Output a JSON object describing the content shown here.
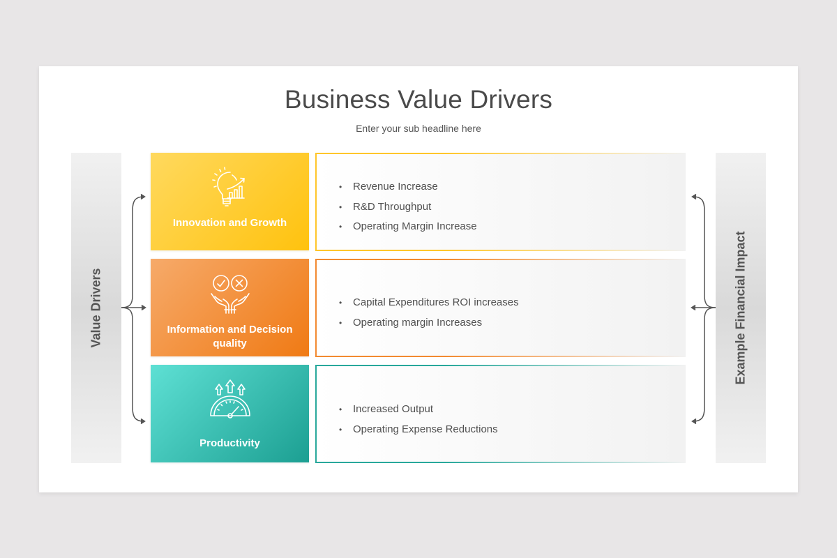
{
  "slide": {
    "title": "Business Value Drivers",
    "subtitle": "Enter your sub headline here"
  },
  "left_panel": {
    "label": "Value Drivers"
  },
  "right_panel": {
    "label": "Example Financial Impact"
  },
  "colors": {
    "yellow": "#ffc20e",
    "orange": "#f07a14",
    "teal": "#1c9f92",
    "text": "#4a4a4a",
    "panel_gray": "#d9d9d9"
  },
  "drivers": [
    {
      "label": "Innovation and Growth",
      "icon": "lightbulb-growth-chart-icon",
      "impacts": [
        "Revenue Increase",
        "R&D Throughput",
        "Operating Margin Increase"
      ]
    },
    {
      "label": "Information and Decision quality",
      "icon": "hands-check-cross-icon",
      "impacts": [
        "Capital Expenditures ROI increases",
        "Operating margin Increases"
      ]
    },
    {
      "label": "Productivity",
      "icon": "speedometer-arrows-icon",
      "impacts": [
        "Increased Output",
        "Operating Expense Reductions"
      ]
    }
  ],
  "bullet": "•"
}
